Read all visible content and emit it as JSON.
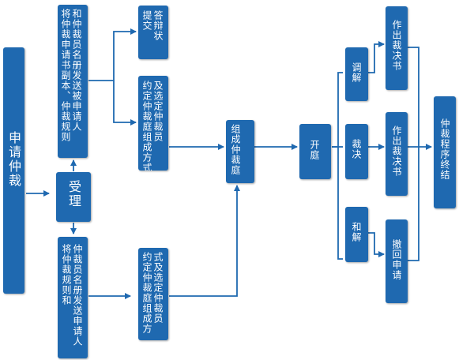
{
  "nodes": {
    "apply": "申请仲裁",
    "accept": "受理",
    "send_top": "和仲裁员名册发送被申请人\n将仲裁申请书副本、仲裁规则",
    "defense": "答辩状\n提交",
    "select_top": "及选定仲裁员\n约定仲裁庭组成方式",
    "send_bottom": "仲裁员名册发送申请人\n将仲裁规则和",
    "select_bottom": "式及选定仲裁员\n约定仲裁庭组成方",
    "form_tribunal": "组成仲裁庭",
    "hearing": "开庭",
    "mediation": "调解",
    "award_path": "裁决",
    "settlement": "和解",
    "award_1": "作出裁决书",
    "award_2": "作出裁决书",
    "withdraw": "撤回申请",
    "end": "仲裁程序终结"
  },
  "colors": {
    "box": "#1f69b0",
    "line": "#1f69b0"
  }
}
